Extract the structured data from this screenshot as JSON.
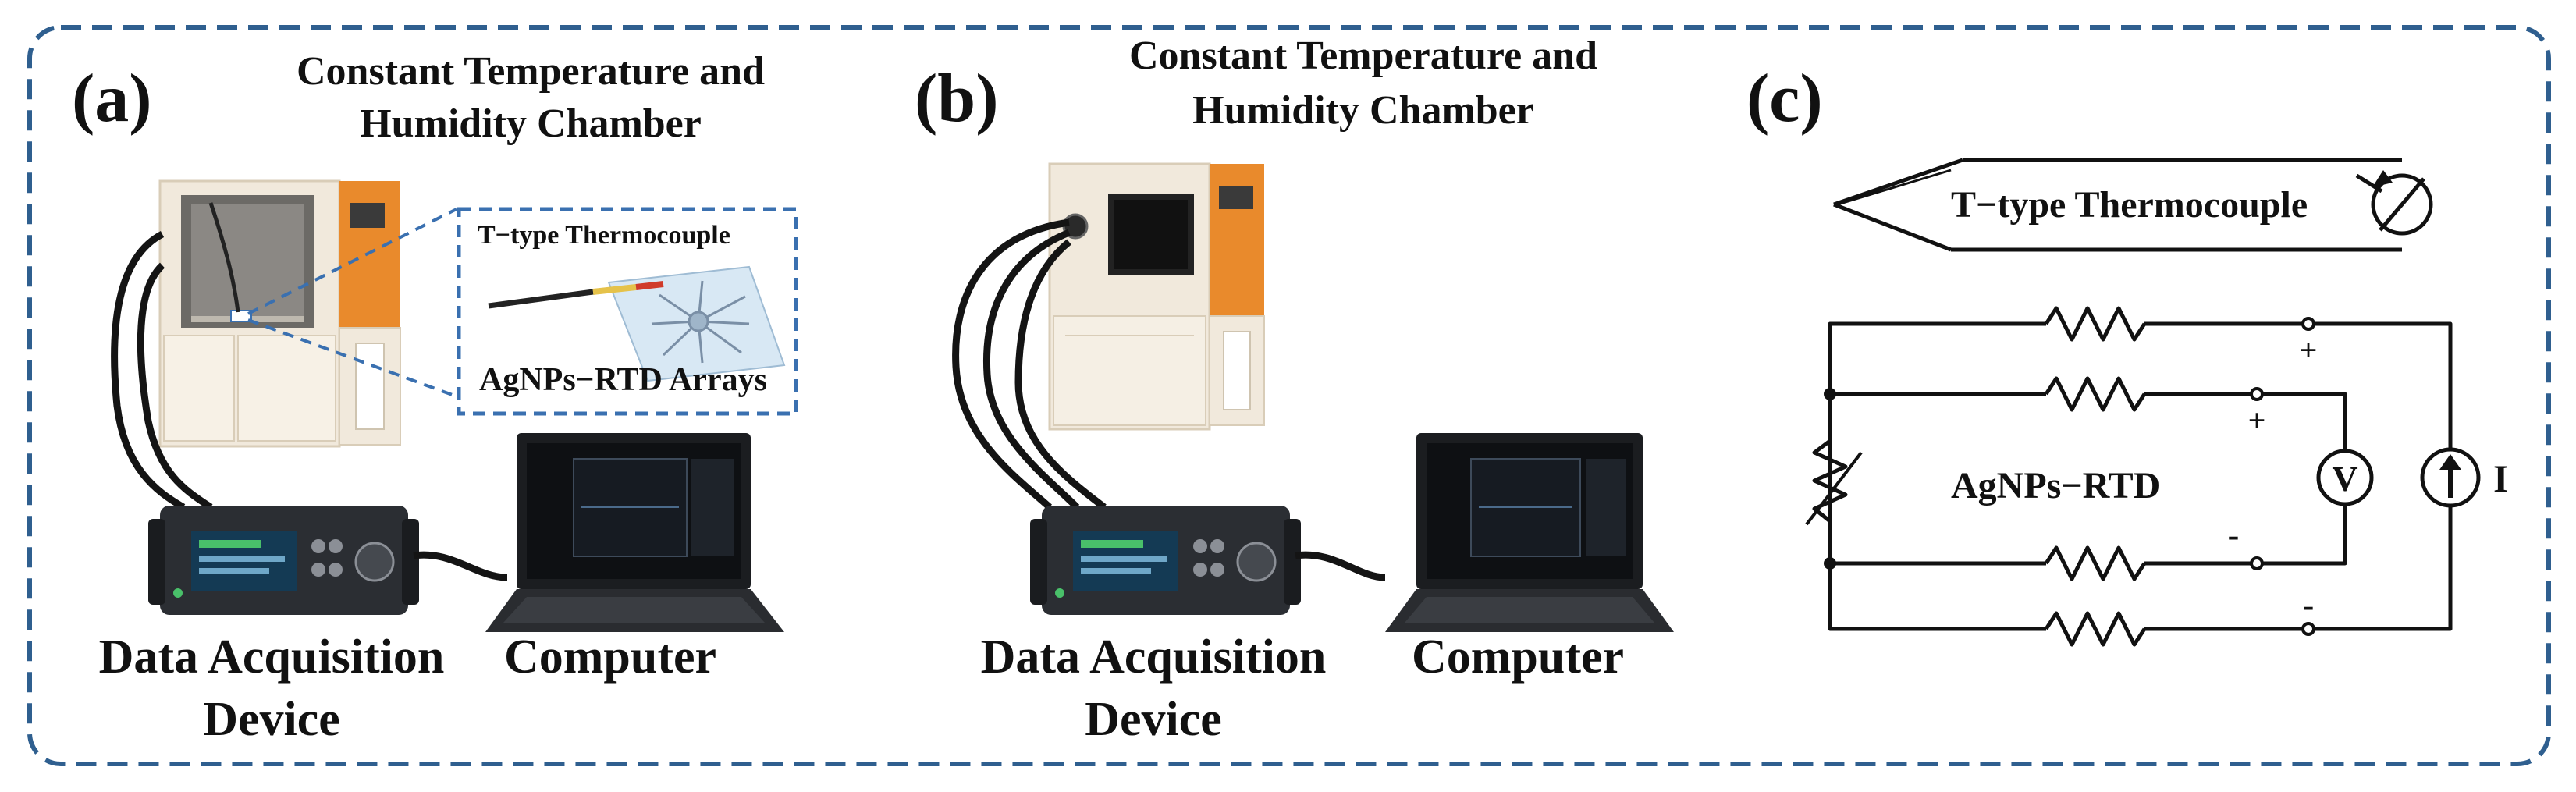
{
  "panel_a": {
    "label": "(a)",
    "chamber_title_line1": "Constant Temperature and",
    "chamber_title_line2": "Humidity Chamber",
    "inset_thermocouple": "T−type Thermocouple",
    "inset_rtd": "AgNPs−RTD Arrays",
    "daq_line1": "Data Acquisition",
    "daq_line2": "Device",
    "computer": "Computer"
  },
  "panel_b": {
    "label": "(b)",
    "chamber_title_line1": "Constant Temperature and",
    "chamber_title_line2": "Humidity Chamber",
    "daq_line1": "Data Acquisition",
    "daq_line2": "Device",
    "computer": "Computer"
  },
  "panel_c": {
    "label": "(c)",
    "thermocouple": "T−type Thermocouple",
    "rtd": "AgNPs−RTD",
    "voltmeter": "V",
    "current": "I",
    "plus_top": "+",
    "plus_inner": "+",
    "minus_inner": "-",
    "minus_bottom": "-"
  },
  "colors": {
    "frame": "#2f5f8f",
    "inset_frame": "#3a70b0",
    "chamber_body": "#f1e9dc",
    "chamber_orange": "#e98a2c",
    "device_body": "#2b2e33",
    "screen": "#143a54"
  }
}
